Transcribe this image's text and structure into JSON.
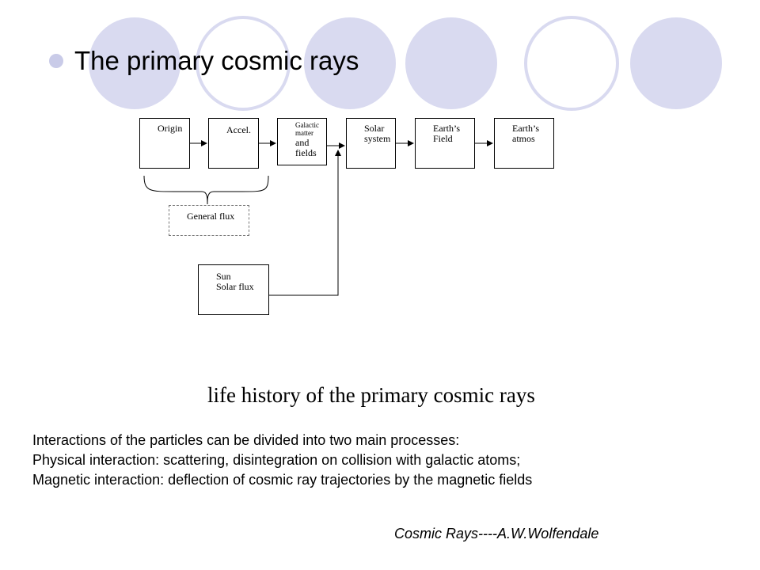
{
  "slide": {
    "title": "The primary cosmic rays",
    "accent_color": "#c9cbe8"
  },
  "diagram": {
    "boxes": {
      "origin": "Origin",
      "accel": "Accel.",
      "galactic": [
        "Galactic",
        "matter",
        "and",
        "fields"
      ],
      "solar": [
        "Solar",
        "system"
      ],
      "earth_field": [
        "Earth’s",
        "Field"
      ],
      "earth_atmos": [
        "Earth’s",
        "atmos"
      ],
      "general_flux": "General flux",
      "sun": [
        "Sun",
        "Solar flux"
      ]
    },
    "caption": "life history of the primary cosmic rays"
  },
  "body": {
    "lines": [
      "Interactions of the particles can be divided into two main processes:",
      "Physical interaction: scattering, disintegration on collision with galactic atoms;",
      "Magnetic interaction: deflection of cosmic ray trajectories by the magnetic fields"
    ],
    "citation": "Cosmic Rays----A.W.Wolfendale"
  }
}
